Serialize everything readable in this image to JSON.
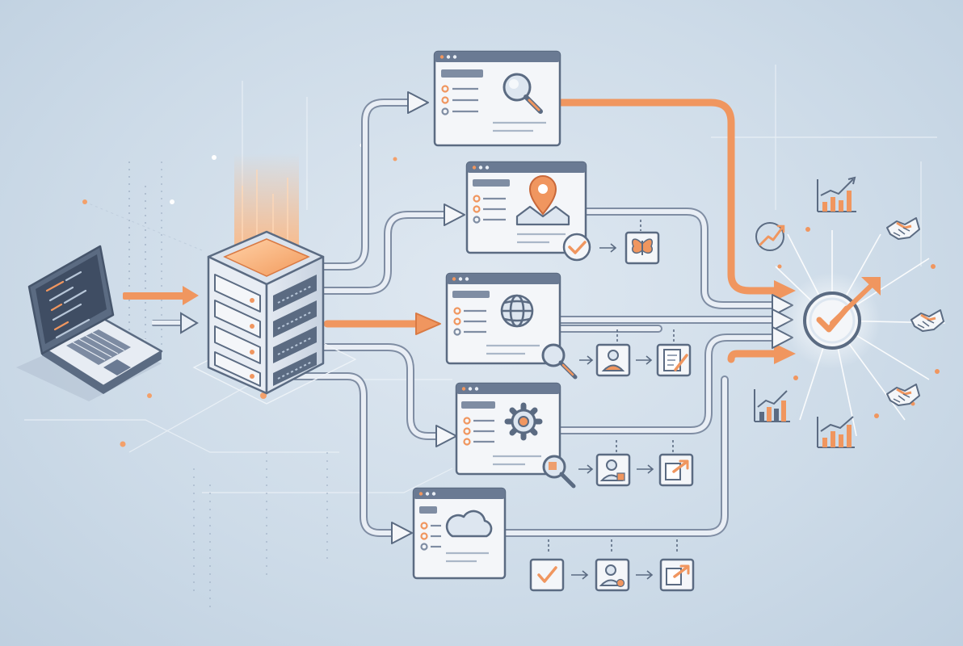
{
  "diagram": {
    "title": "",
    "colors": {
      "background": "#cddbe8",
      "outline": "#5b6b82",
      "window_fill": "#f4f6f9",
      "window_header": "#6a7a93",
      "accent": "#f0965f",
      "accent_glow": "#ffb47a",
      "flow_gray": "#7f8da3",
      "flow_gray_light": "#e9eef5",
      "check": "#ee8a52"
    },
    "nodes": [
      {
        "id": "laptop",
        "icon": "laptop-code-icon"
      },
      {
        "id": "server",
        "icon": "server-stack-icon"
      },
      {
        "id": "search-window",
        "icon": "magnifier-icon"
      },
      {
        "id": "map-window",
        "icon": "map-pin-icon"
      },
      {
        "id": "web-window",
        "icon": "globe-icon"
      },
      {
        "id": "settings-window",
        "icon": "gear-icon"
      },
      {
        "id": "cloud-window",
        "icon": "cloud-icon"
      },
      {
        "id": "success-hub",
        "icon": "checkmark-circle-icon"
      }
    ],
    "sub_steps": [
      {
        "row": "map",
        "icons": [
          "check-icon",
          "butterfly-icon"
        ]
      },
      {
        "row": "web",
        "icons": [
          "magnifier-icon",
          "user-card-icon",
          "edit-document-icon"
        ]
      },
      {
        "row": "settings",
        "icons": [
          "magnifier-icon",
          "user-card-icon",
          "export-icon"
        ]
      },
      {
        "row": "cloud",
        "icons": [
          "check-icon",
          "user-card-icon",
          "export-icon"
        ]
      }
    ],
    "outcome_icons": [
      "bar-chart-icon",
      "handshake-icon",
      "growth-arrow-icon",
      "handshake-icon",
      "bar-chart-icon",
      "handshake-icon",
      "bar-chart-icon"
    ]
  }
}
